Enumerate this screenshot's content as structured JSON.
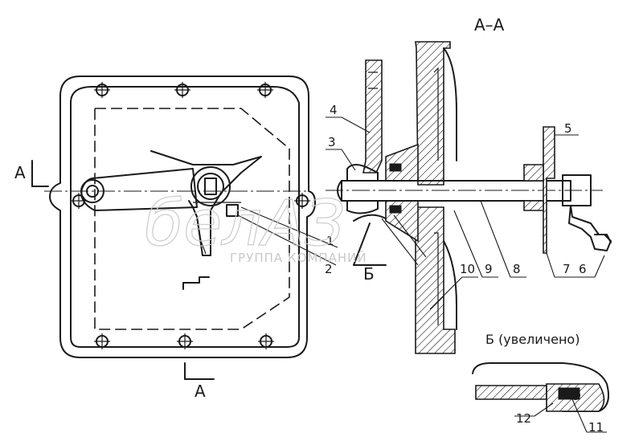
{
  "section_title": "А–А",
  "detail_title": "Б (увеличено)",
  "section_marks": {
    "top": "А",
    "bottom": "А",
    "detail": "Б"
  },
  "callouts": [
    "1",
    "2",
    "3",
    "4",
    "5",
    "6",
    "7",
    "8",
    "9",
    "10",
    "11",
    "12"
  ],
  "watermark": {
    "logo": "белАЗ",
    "text": "ГРУППА КОМПАНИЙ"
  },
  "colors": {
    "ink": "#1a1a1a",
    "watermark": "#c9c9c9",
    "background": "#ffffff"
  }
}
